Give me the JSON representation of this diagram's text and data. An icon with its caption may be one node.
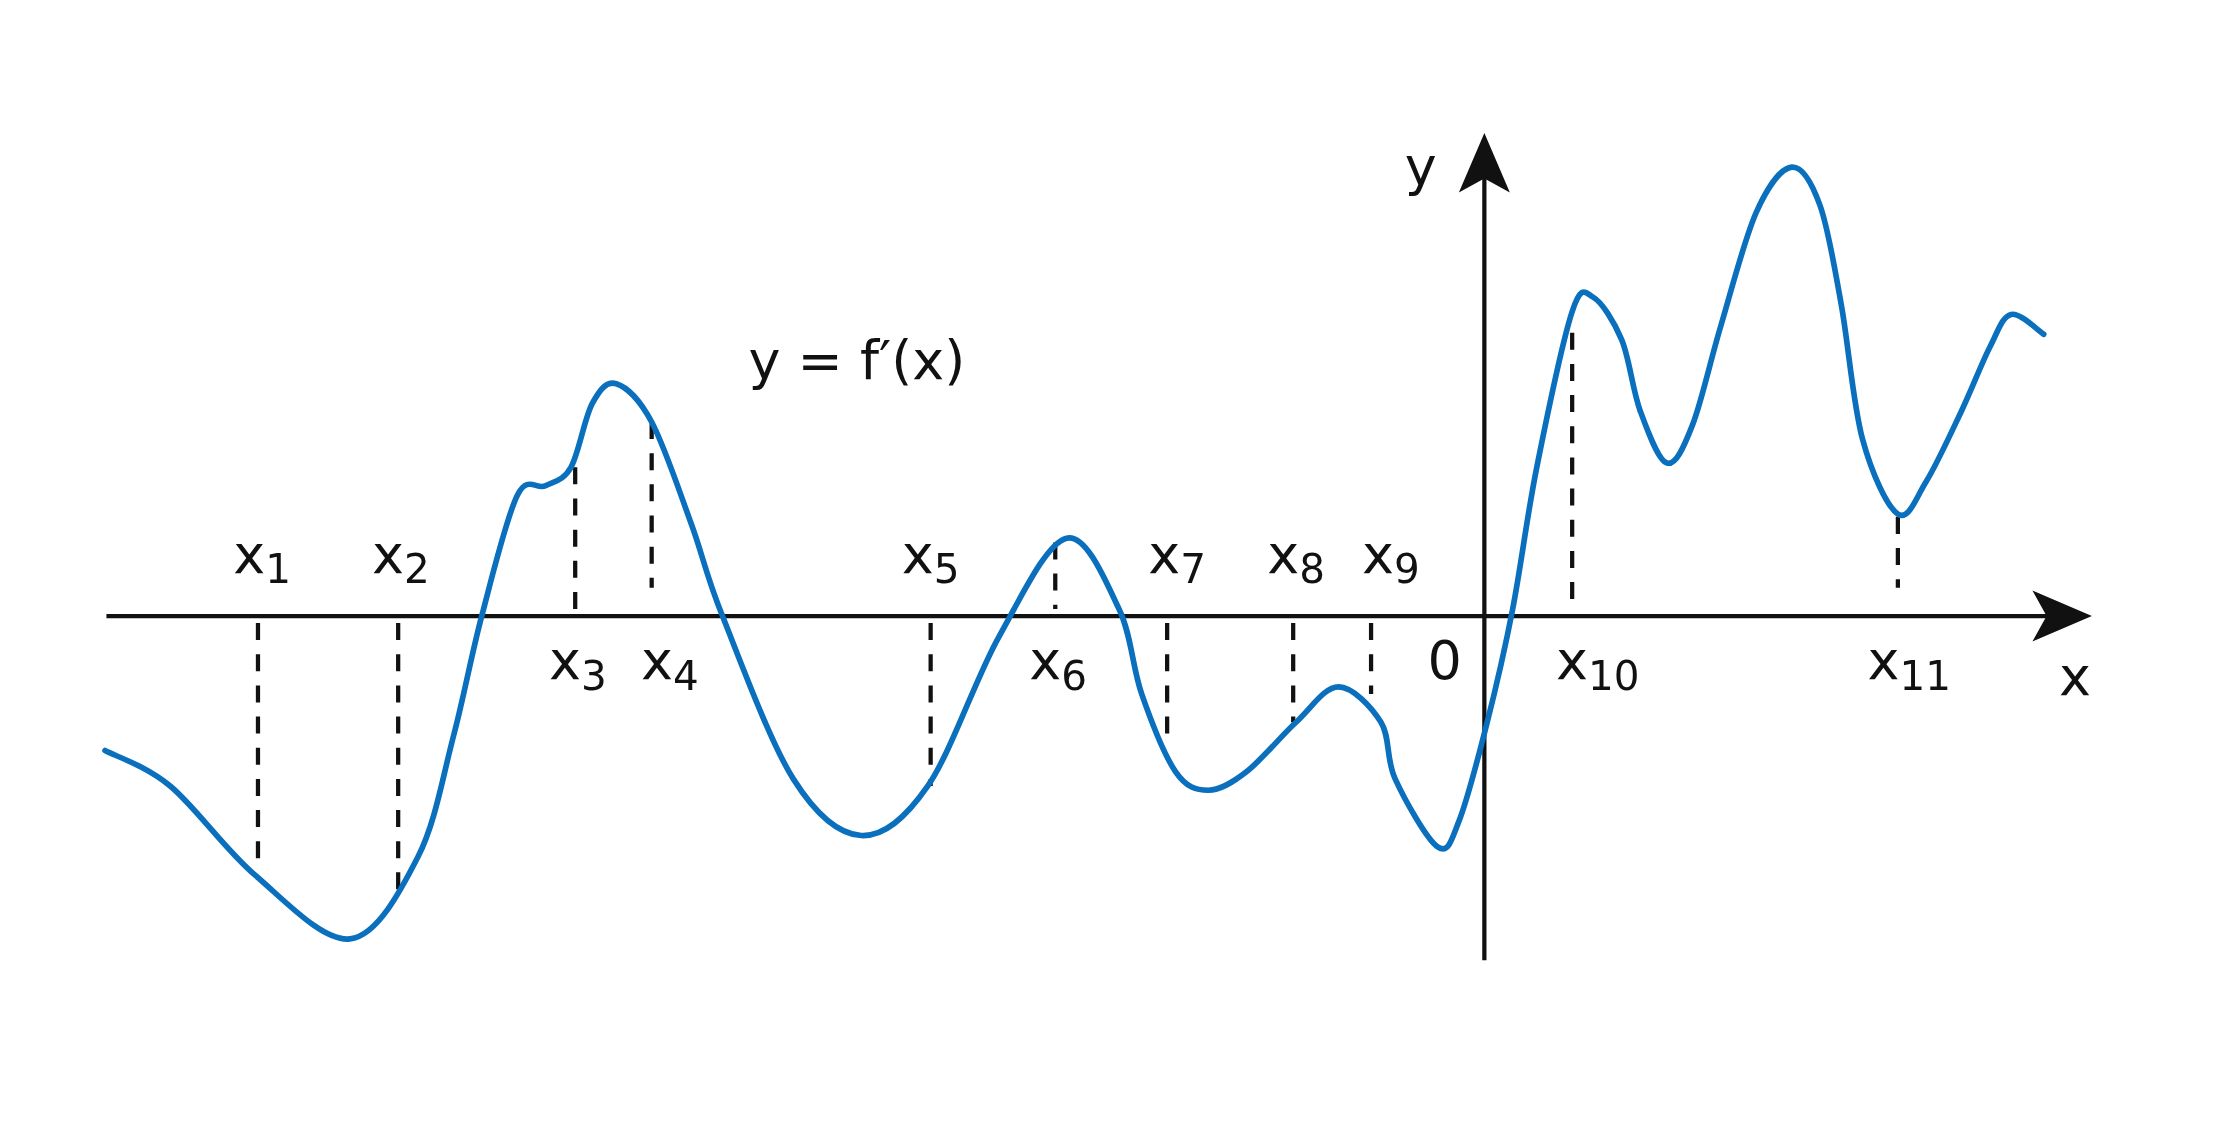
{
  "diagram": {
    "labels": [
      "y",
      "y = f′(x)",
      "x$_{1}$",
      "x$_{2}$",
      "x$_{5}$",
      "x$_{7}$",
      "x$_{8}$",
      "x$_{9}$",
      "x$_{3}$",
      "x$_{4}$",
      "x$_{6}$",
      "0",
      "x$_{10}$",
      "x$_{11}$",
      "x"
    ]
  }
}
